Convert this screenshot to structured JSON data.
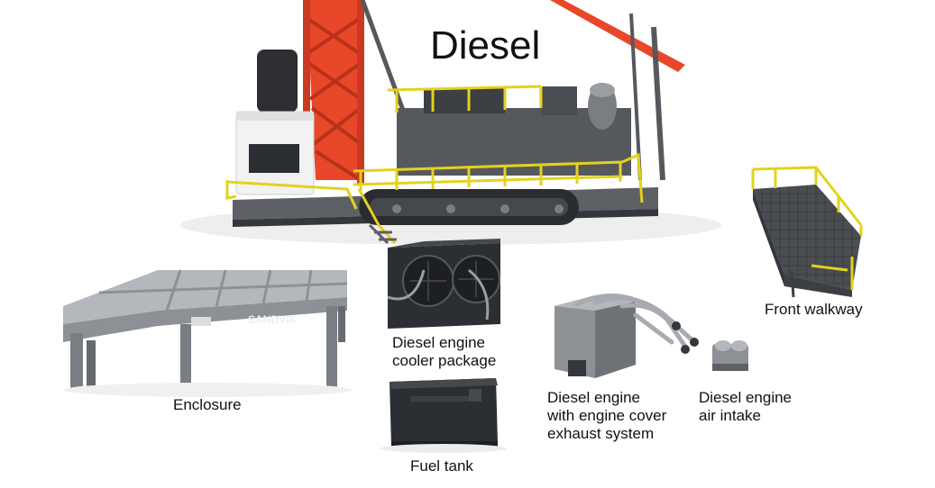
{
  "title": "Diesel",
  "brand_text": "SANDVIK",
  "labels": {
    "front_walkway": "Front walkway",
    "cooler_package": "Diesel engine\ncooler package",
    "enclosure": "Enclosure",
    "engine_cover_exhaust": "Diesel engine\nwith engine cover\nexhaust system",
    "air_intake": "Diesel engine\nair intake",
    "fuel_tank": "Fuel tank"
  },
  "colors": {
    "mast": "#e8472a",
    "railing": "#e3d21b",
    "frame": "#5d6166",
    "frame_dark": "#34373b",
    "enclosure": "#8d9195",
    "cab": "#f2f2f2"
  }
}
